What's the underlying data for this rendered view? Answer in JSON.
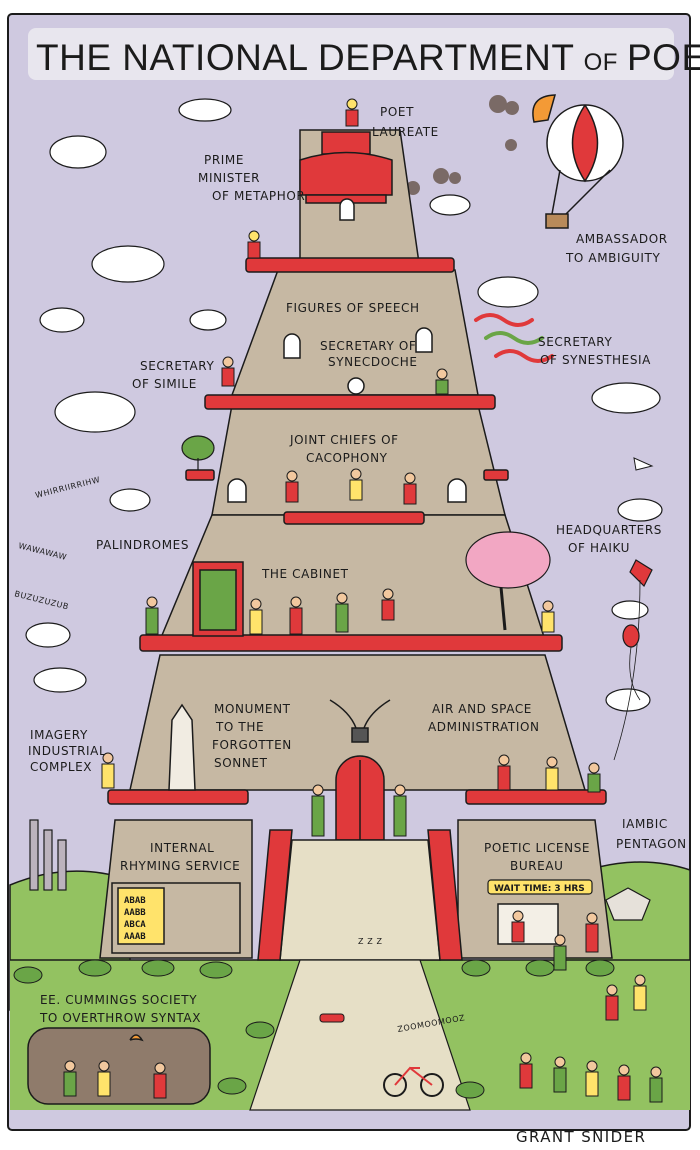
{
  "title": {
    "main": "THE NATIONAL DEPARTMENT",
    "of": "OF",
    "end": "POETRY"
  },
  "labels": {
    "poet_laureate": [
      "POET",
      "LAUREATE"
    ],
    "prime_minister": [
      "PRIME",
      "MINISTER",
      "OF METAPHOR"
    ],
    "ambassador": [
      "AMBASSADOR",
      "TO AMBIGUITY"
    ],
    "figures_of_speech": "FIGURES OF SPEECH",
    "synecdoche": [
      "SECRETARY OF",
      "SYNECDOCHE"
    ],
    "synesthesia": [
      "SECRETARY",
      "OF SYNESTHESIA"
    ],
    "simile": [
      "SECRETARY",
      "OF SIMILE"
    ],
    "cacophony": [
      "JOINT CHIEFS OF",
      "CACOPHONY"
    ],
    "palindromes": "PALINDROMES",
    "haiku": [
      "HEADQUARTERS",
      "OF HAIKU"
    ],
    "cabinet": "THE CABINET",
    "monument": [
      "MONUMENT",
      "TO THE",
      "FORGOTTEN",
      "SONNET"
    ],
    "air_space": [
      "AIR AND SPACE",
      "ADMINISTRATION"
    ],
    "imagery": [
      "IMAGERY",
      "INDUSTRIAL",
      "COMPLEX"
    ],
    "iambic": [
      "IAMBIC",
      "PENTAGON"
    ],
    "irs": [
      "INTERNAL",
      "RHYMING SERVICE"
    ],
    "poetic_license": [
      "POETIC LICENSE",
      "BUREAU"
    ],
    "wait_time": "WAIT TIME: 3 HRS",
    "cummings": [
      "EE. CUMMINGS SOCIETY",
      "TO OVERTHROW SYNTAX"
    ],
    "signature": "GRANT SNIDER"
  },
  "sounds": {
    "whirr": "WHIRRIIRRIHW",
    "wawa": "WAWAWAW",
    "buzu": "BUZUZUZUB",
    "zoomoo": "ZOOMOOMOOZ",
    "zzz": "Z Z Z"
  },
  "rhyme_board": [
    "ABAB",
    "AABB",
    "ABCA",
    "AAAB"
  ],
  "colors": {
    "sky": "#cfc9e0",
    "tower": "#c6b8a3",
    "tower_shadow": "#b3a48e",
    "red": "#e0393b",
    "grass": "#93c261",
    "grass_dark": "#5f9a3c",
    "path": "#e6dfc6",
    "cloud": "#ffffff",
    "ink": "#1b1b1b"
  }
}
